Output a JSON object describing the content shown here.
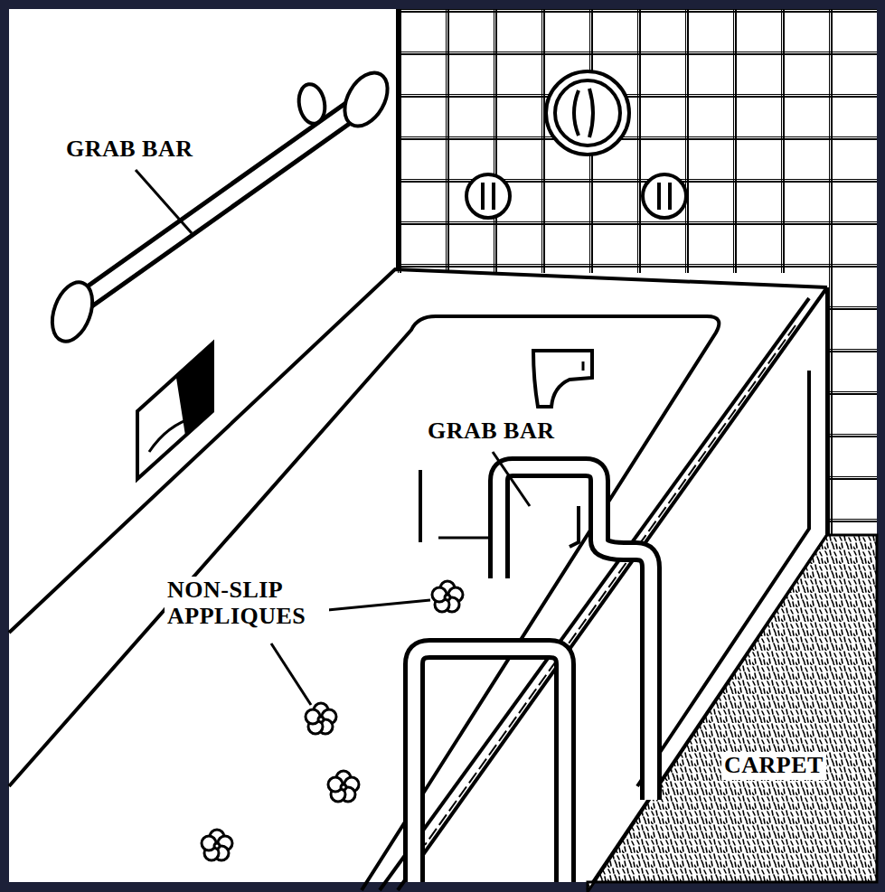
{
  "diagram": {
    "labels": [
      "GRAB BAR",
      "GRAB BAR",
      "NON-SLIP APPLIQUES",
      "CARPET"
    ]
  }
}
